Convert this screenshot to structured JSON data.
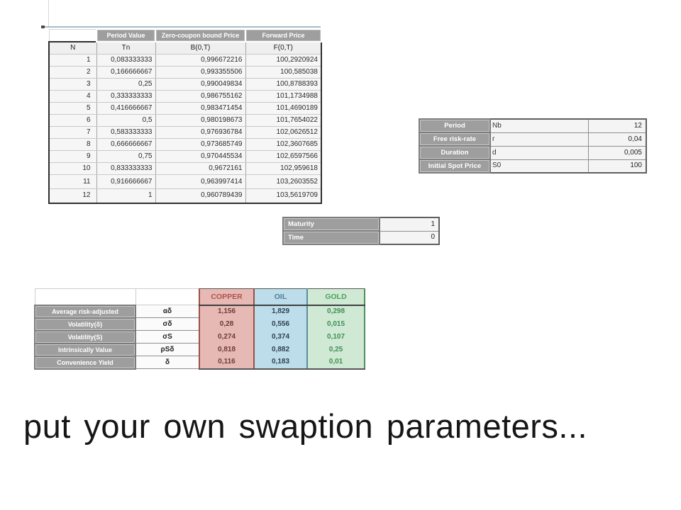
{
  "caption": "put your own swaption parameters...",
  "bond_table": {
    "headers": [
      "Period Value",
      "Zero-coupon bound Price",
      "Forward Price"
    ],
    "subheaders": [
      "N",
      "Tn",
      "B(0,T)",
      "F(0,T)"
    ],
    "rows": [
      [
        "1",
        "0,083333333",
        "0,996672216",
        "100,2920924"
      ],
      [
        "2",
        "0,166666667",
        "0,993355506",
        "100,585038"
      ],
      [
        "3",
        "0,25",
        "0,990049834",
        "100,8788393"
      ],
      [
        "4",
        "0,333333333",
        "0,986755162",
        "101,1734988"
      ],
      [
        "5",
        "0,416666667",
        "0,983471454",
        "101,4690189"
      ],
      [
        "6",
        "0,5",
        "0,980198673",
        "101,7654022"
      ],
      [
        "7",
        "0,583333333",
        "0,976936784",
        "102,0626512"
      ],
      [
        "8",
        "0,666666667",
        "0,973685749",
        "102,3607685"
      ],
      [
        "9",
        "0,75",
        "0,970445534",
        "102,6597566"
      ],
      [
        "10",
        "0,833333333",
        "0,9672161",
        "102,959618"
      ],
      [
        "11",
        "0,916666667",
        "0,963997414",
        "103,2603552"
      ],
      [
        "12",
        "1",
        "0,960789439",
        "103,5619709"
      ]
    ]
  },
  "params_table": {
    "rows": [
      {
        "label": "Period",
        "symbol": "Nb",
        "value": "12"
      },
      {
        "label": "Free risk-rate",
        "symbol": "r",
        "value": "0,04"
      },
      {
        "label": "Duration",
        "symbol": "d",
        "value": "0,005"
      },
      {
        "label": "Initial Spot Price",
        "symbol": "S0",
        "value": "100"
      }
    ]
  },
  "maturity_table": {
    "rows": [
      {
        "label": "Maturity",
        "value": "1"
      },
      {
        "label": "Time",
        "value": "0"
      }
    ]
  },
  "commodity_table": {
    "columns": [
      "COPPER",
      "OIL",
      "GOLD"
    ],
    "rows": [
      {
        "label": "Average risk-adjusted",
        "symbol": "αδ",
        "copper": "1,156",
        "oil": "1,829",
        "gold": "0,298"
      },
      {
        "label": "Volatility(δ)",
        "symbol": "σδ",
        "copper": "0,28",
        "oil": "0,556",
        "gold": "0,015"
      },
      {
        "label": "Volatility(S)",
        "symbol": "σS",
        "copper": "0,274",
        "oil": "0,374",
        "gold": "0,107"
      },
      {
        "label": "Intrinsically Value",
        "symbol": "ρSδ",
        "copper": "0,818",
        "oil": "0,882",
        "gold": "0,25"
      },
      {
        "label": "Convenience Yield",
        "symbol": "δ",
        "copper": "0,116",
        "oil": "0,183",
        "gold": "0,01"
      }
    ]
  },
  "colors": {
    "gray_header_bg": "#9e9e9e",
    "accent_line": "#a7bdc9",
    "copper_bg": "#e7b9b4",
    "copper_text": "#b0524b",
    "copper_value_text": "#6e3b36",
    "copper_border": "#9b5049",
    "oil_bg": "#bcdde9",
    "oil_text": "#4f7e9c",
    "oil_value_text": "#2f4155",
    "oil_border": "#5b8ea0",
    "gold_bg": "#cfe9d5",
    "gold_text": "#4fa05f",
    "gold_value_text": "#3f8f52",
    "gold_border": "#4e8f5c"
  }
}
